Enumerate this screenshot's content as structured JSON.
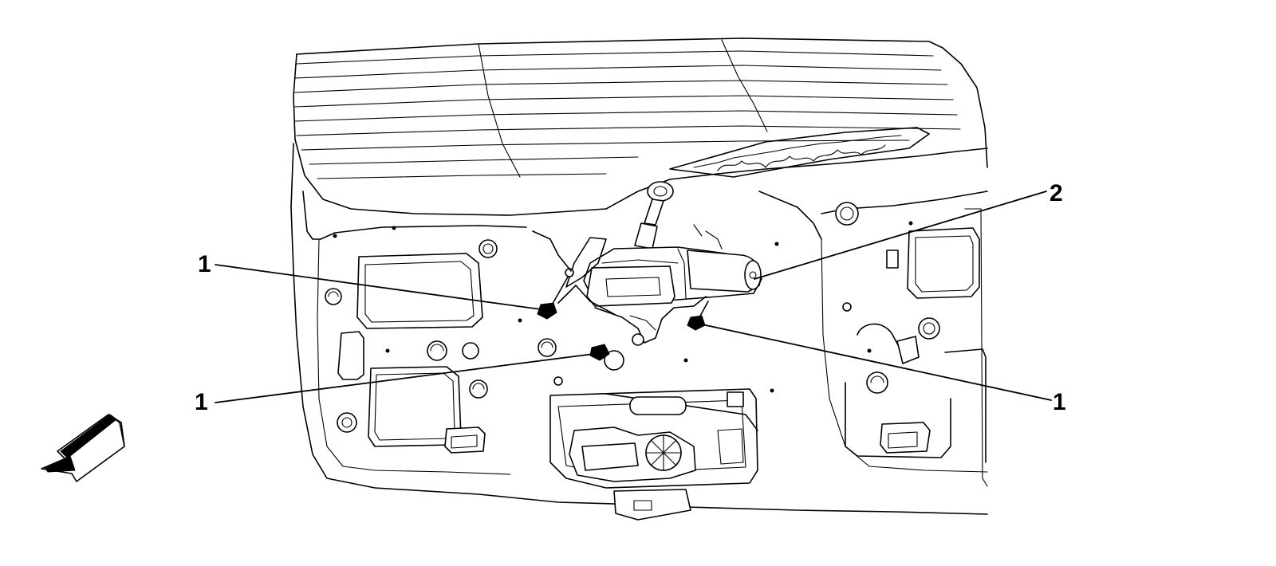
{
  "callouts": [
    {
      "id": "bolt-upper-left",
      "label": "1"
    },
    {
      "id": "bolt-lower-left",
      "label": "1"
    },
    {
      "id": "bolt-right",
      "label": "1"
    },
    {
      "id": "wiper-motor",
      "label": "2"
    }
  ],
  "icons": {
    "direction": "front-direction-arrow-icon"
  }
}
